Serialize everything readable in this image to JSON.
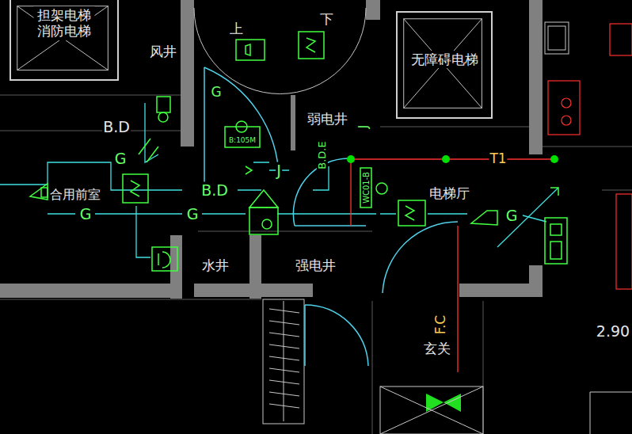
{
  "diagram": {
    "nodes": [
      {
        "text": [
          "担架电梯 消防电梯"
        ]
      },
      {
        "text": [
          "无障碍电梯"
        ]
      }
    ],
    "labels": [
      "风井",
      "上",
      "下",
      "B.D",
      "G",
      "G",
      "B:105M",
      "弱电井",
      "J",
      "B.D.E",
      "J",
      "B.D",
      "合用前室",
      "WC01-B",
      "电梯厅",
      "T1",
      "G",
      "G",
      "G",
      "水井",
      "强电井",
      "F.C",
      "玄关",
      "2.90"
    ]
  }
}
